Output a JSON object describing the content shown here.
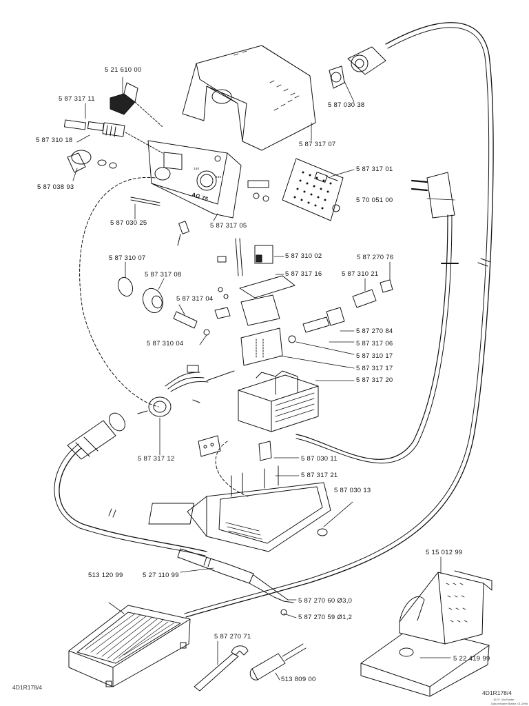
{
  "labels": [
    {
      "id": "p1",
      "text": "5 21 610 00"
    },
    {
      "id": "p2",
      "text": "5 87 317 11"
    },
    {
      "id": "p3",
      "text": "5 87 310 18"
    },
    {
      "id": "p4",
      "text": "5 87 038 93"
    },
    {
      "id": "p5",
      "text": "5 87 030 25"
    },
    {
      "id": "p6",
      "text": "5 87 317 05"
    },
    {
      "id": "p7",
      "text": "5 87 317 07"
    },
    {
      "id": "p8",
      "text": "5 87 030 38"
    },
    {
      "id": "p9",
      "text": "5 87 317 01"
    },
    {
      "id": "p10",
      "text": "5 70 051 00"
    },
    {
      "id": "p11",
      "text": "5 87 310 02"
    },
    {
      "id": "p12",
      "text": "5 87 317 16"
    },
    {
      "id": "p13",
      "text": "5 87 270 76"
    },
    {
      "id": "p14",
      "text": "5 87 310 21"
    },
    {
      "id": "p15",
      "text": "5 87 310 07"
    },
    {
      "id": "p16",
      "text": "5 87 317 08"
    },
    {
      "id": "p17",
      "text": "5 87 317 04"
    },
    {
      "id": "p18",
      "text": "5 87 310 04"
    },
    {
      "id": "p19",
      "text": "5 87 270 84"
    },
    {
      "id": "p20",
      "text": "5 87 317 06"
    },
    {
      "id": "p21",
      "text": "5 87 310  17"
    },
    {
      "id": "p22",
      "text": "5 87 317  17"
    },
    {
      "id": "p23",
      "text": "5 87 317  20"
    },
    {
      "id": "p24",
      "text": "5 87 317 12"
    },
    {
      "id": "p25",
      "text": "5 87 030 11"
    },
    {
      "id": "p26",
      "text": "5 87 317 21"
    },
    {
      "id": "p27",
      "text": "5 87 030 13"
    },
    {
      "id": "p28",
      "text": "513 120 99"
    },
    {
      "id": "p29",
      "text": "5 27 110 99"
    },
    {
      "id": "p30",
      "text": "5 87 270 60  Ø3,0"
    },
    {
      "id": "p31",
      "text": "5 87 270 59  Ø1,2"
    },
    {
      "id": "p32",
      "text": "5 87 270 71"
    },
    {
      "id": "p33",
      "text": "513 809 00"
    },
    {
      "id": "p34",
      "text": "5 15 012 99"
    },
    {
      "id": "p35",
      "text": "5 22 419 99"
    }
  ],
  "panel_text": {
    "model": "AG 75",
    "scale_low": "150",
    "scale_high": "450"
  },
  "corner_left": "4D1R178/4",
  "corner_right": "4D1R178/4",
  "corner_right_small": [
    "15.07. Mo/Sauter",
    "Datum/Name  Blattnr. 01-1998"
  ],
  "colors": {
    "ink": "#111111",
    "background": "#ffffff"
  }
}
